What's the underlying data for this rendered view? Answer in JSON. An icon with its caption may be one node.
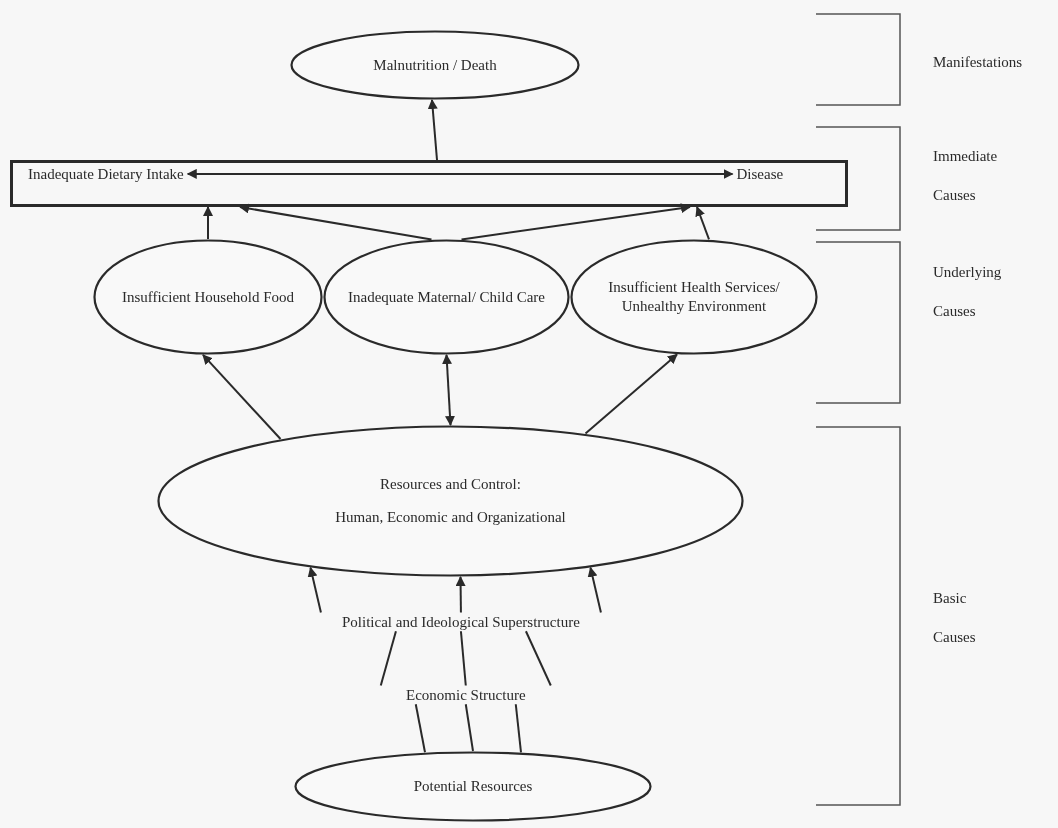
{
  "diagram": {
    "nodes": [
      {
        "text": [
          "Malnutrition / Death"
        ]
      },
      {
        "text": [],
        "shape": "box"
      },
      {
        "text": [
          "Inadequate Dietary Intake"
        ],
        "in": 1
      },
      {
        "text": [
          "Disease"
        ],
        "in": 1
      },
      {
        "text": [
          "Insufficient Household Food"
        ]
      },
      {
        "text": [
          "Inadequate Maternal/ Child Care"
        ]
      },
      {
        "text": [
          "Insufficient Health Services/ Unhealthy Environment"
        ]
      },
      {
        "text": [
          "Resources and Control:",
          "Human, Economic and Organizational"
        ]
      },
      {
        "text": [
          "Political and Ideological Superstructure"
        ]
      },
      {
        "text": [
          "Economic Structure"
        ]
      },
      {
        "text": [
          "Potential Resources"
        ]
      }
    ],
    "edges": [
      {
        "from": 2,
        "to": 3,
        "arrow": "both"
      },
      {
        "from": 1,
        "to": 0,
        "arrow": "to"
      },
      {
        "from": 4,
        "to": 1,
        "arrow": "to"
      },
      {
        "from": 5,
        "to": 1,
        "arrow": "to"
      },
      {
        "from": 5,
        "to": 1,
        "arrow": "to"
      },
      {
        "from": 6,
        "to": 1,
        "arrow": "to"
      },
      {
        "from": 7,
        "to": 4,
        "arrow": "to"
      },
      {
        "from": 7,
        "to": 5,
        "arrow": "both"
      },
      {
        "from": 7,
        "to": 6,
        "arrow": "to"
      },
      {
        "from": 8,
        "to": 7,
        "arrow": "to"
      },
      {
        "from": 8,
        "to": 7,
        "arrow": "to"
      },
      {
        "from": 8,
        "to": 7,
        "arrow": "to"
      },
      {
        "from": 9,
        "to": 8,
        "arrow": "none"
      },
      {
        "from": 9,
        "to": 8,
        "arrow": "none"
      },
      {
        "from": 9,
        "to": 8,
        "arrow": "none"
      },
      {
        "from": 10,
        "to": 9,
        "arrow": "none"
      },
      {
        "from": 10,
        "to": 9,
        "arrow": "none"
      },
      {
        "from": 10,
        "to": 9,
        "arrow": "none"
      }
    ],
    "labels": [
      "Manifestations",
      "Immediate Causes",
      "Underlying Causes",
      "Basic Causes"
    ]
  }
}
